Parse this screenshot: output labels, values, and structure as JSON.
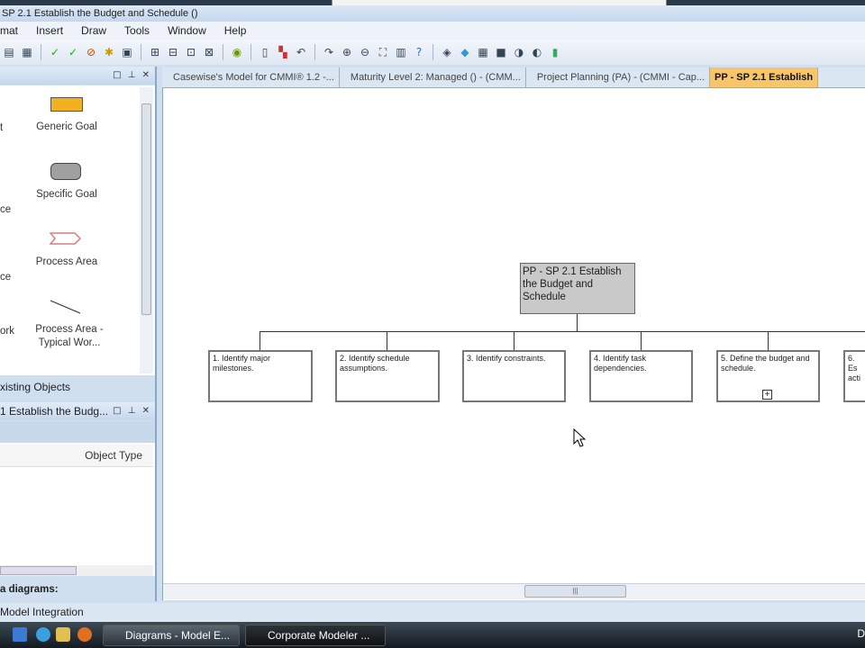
{
  "window": {
    "title": "SP 2.1 Establish the Budget and Schedule ()"
  },
  "menu": [
    "mat",
    "Insert",
    "Draw",
    "Tools",
    "Window",
    "Help"
  ],
  "palette": {
    "items": [
      {
        "label": "Generic Goal",
        "icon": "generic-goal-shape",
        "color": "#f0b020"
      },
      {
        "label": "Specific Goal",
        "icon": "specific-goal-shape",
        "color": "#a0a0a0"
      },
      {
        "label": "Process Area",
        "icon": "process-area-shape",
        "color": "#d08080"
      },
      {
        "label": "Process Area - Typical Wor...",
        "icon": "connector-line"
      }
    ],
    "left_fragments": [
      "t",
      "ce",
      "ce",
      "ork"
    ]
  },
  "panels": {
    "existing_objects": "xisting Objects",
    "diagram_panel_title": "1 Establish the Budg...",
    "column_header": "Object Type",
    "diagrams_label": "a diagrams:"
  },
  "tabs": [
    {
      "label": "Casewise's Model for CMMI® 1.2 -..."
    },
    {
      "label": "Maturity Level 2: Managed () - (CMM..."
    },
    {
      "label": "Project Planning (PA) - (CMMI - Cap..."
    },
    {
      "label": "PP - SP 2.1 Establish",
      "active": true
    }
  ],
  "diagram": {
    "parent": "PP - SP 2.1 Establish the Budget and Schedule",
    "children": [
      "1. Identify major milestones.",
      "2. Identify schedule assumptions.",
      "3. Identify constraints.",
      "4. Identify task dependencies.",
      "5. Define the budget and schedule.",
      "6. Es acti"
    ]
  },
  "status": "Model Integration",
  "taskbar": {
    "tasks": [
      "Diagrams - Model E...",
      "Corporate Modeler ..."
    ],
    "clock": "D"
  }
}
